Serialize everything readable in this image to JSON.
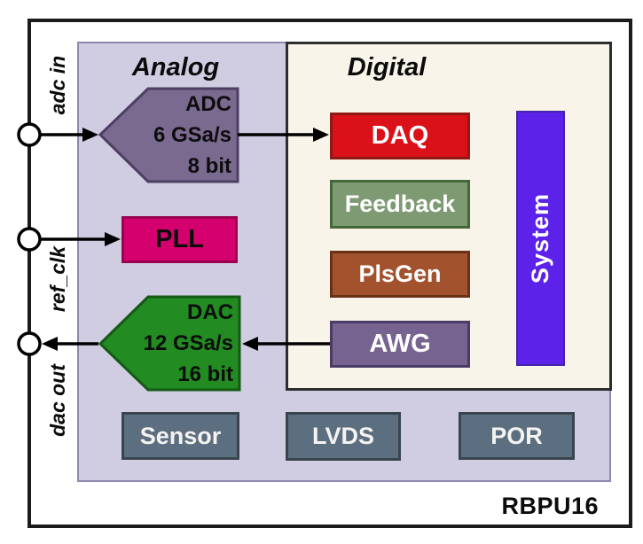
{
  "chip": {
    "name": "RBPU16"
  },
  "regions": {
    "analog": {
      "label": "Analog"
    },
    "digital": {
      "label": "Digital"
    }
  },
  "ports": [
    {
      "label": "adc in"
    },
    {
      "label": "ref_clk"
    },
    {
      "label": "dac out"
    }
  ],
  "blocks": {
    "adc": {
      "lines": [
        "ADC",
        "6 GSa/s",
        "8 bit"
      ],
      "color": "#7b6a90"
    },
    "pll": {
      "label": "PLL",
      "color": "#d4006e"
    },
    "dac": {
      "lines": [
        "DAC",
        "12 GSa/s",
        "16 bit"
      ],
      "color": "#228b22"
    },
    "daq": {
      "label": "DAQ",
      "color": "#da1118"
    },
    "feedback": {
      "label": "Feedback",
      "color": "#7e9a72"
    },
    "plsgen": {
      "label": "PlsGen",
      "color": "#a3522e"
    },
    "awg": {
      "label": "AWG",
      "color": "#77638f"
    },
    "system": {
      "label": "System",
      "color": "#5c22e9"
    },
    "sensor": {
      "label": "Sensor",
      "color": "#5c6f80"
    },
    "lvds": {
      "label": "LVDS",
      "color": "#5c6f80"
    },
    "por": {
      "label": "POR",
      "color": "#5c6f80"
    }
  },
  "colors": {
    "analog_region_bg": "#d0cde2",
    "digital_region_bg": "#f8f4e9",
    "outline": "#1b1b1b",
    "wire": "#000000"
  }
}
